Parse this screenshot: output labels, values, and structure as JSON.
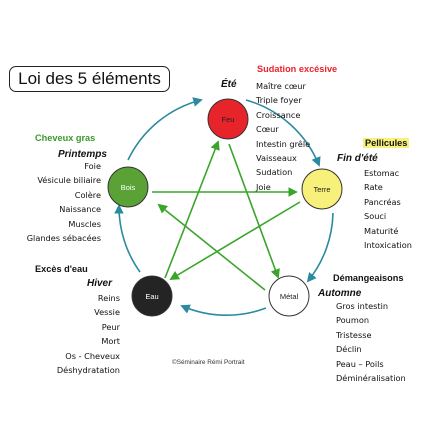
{
  "title": "Loi des 5 éléments",
  "credit": "©Séminaire Rémi Portrait",
  "colors": {
    "feu": "#e8242b",
    "terre": "#f7f07a",
    "metal": "#ffffff",
    "eau": "#242424",
    "bois": "#5aa236",
    "cycle_arrow": "#2b8aa0",
    "star_arrow": "#3aa52a",
    "red_heading": "#e8242b",
    "green_heading": "#3a9a2a"
  },
  "elements": {
    "feu": {
      "name": "Feu",
      "season": "Été",
      "heading": "Sudation excésive",
      "items": [
        "Maître cœur",
        "Triple foyer",
        "Croissance",
        "Cœur",
        "Intestin grêle",
        "Vaisseaux",
        "Sudation",
        "Joie"
      ]
    },
    "terre": {
      "name": "Terre",
      "season": "Fin d'été",
      "heading": "Pellicules",
      "items": [
        "Estomac",
        "Rate",
        "Pancréas",
        "Souci",
        "Maturité",
        "Intoxication"
      ]
    },
    "metal": {
      "name": "Métal",
      "season": "Automne",
      "heading": "Démangeaisons",
      "items": [
        "Gros intestin",
        "Poumon",
        "Tristesse",
        "Déclin",
        "Peau – Poils",
        "Déminéralisation"
      ]
    },
    "eau": {
      "name": "Eau",
      "season": "Hiver",
      "heading": "Excès d'eau",
      "items": [
        "Reins",
        "Vessie",
        "Peur",
        "Mort",
        "Os - Cheveux",
        "Déshydratation"
      ]
    },
    "bois": {
      "name": "Bois",
      "season": "Printemps",
      "heading": "Cheveux gras",
      "items": [
        "Foie",
        "Vésicule biliaire",
        "Colère",
        "Naissance",
        "Muscles",
        "Glandes sébacées"
      ]
    }
  }
}
